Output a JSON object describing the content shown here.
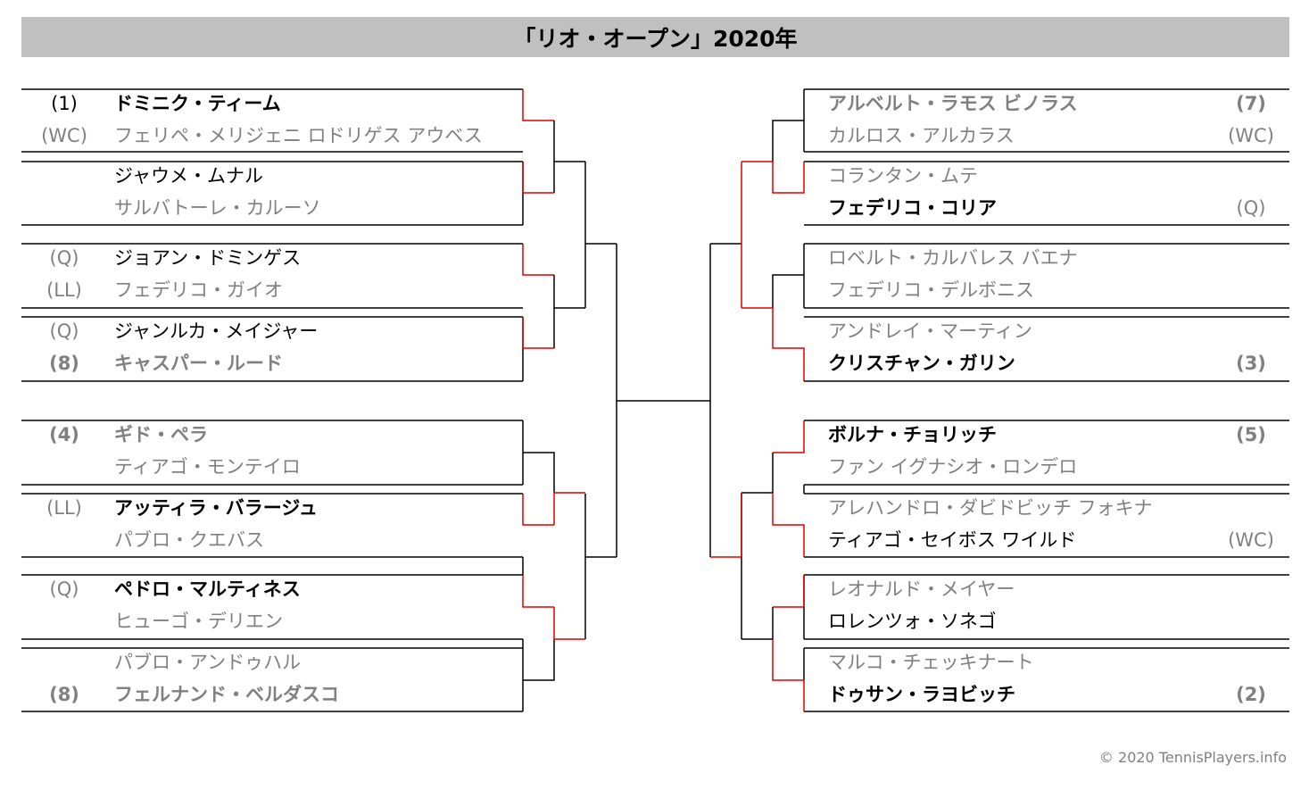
{
  "title": "「リオ・オープン」2020年",
  "copyright": "© 2020 TennisPlayers.info",
  "colors": {
    "win_line": "#e00000",
    "line": "#000000",
    "loser_text": "#808080",
    "title_bg": "#c0c0c0"
  },
  "left": {
    "players": [
      {
        "seed": "(1)",
        "name": "ドミニク・ティーム",
        "style": "w"
      },
      {
        "seed": "(WC)",
        "name": "フェリペ・メリジェニ ロドリゲス アウベス",
        "style": "l"
      },
      {
        "seed": "",
        "name": "ジャウメ・ムナル",
        "style": "b"
      },
      {
        "seed": "",
        "name": "サルバトーレ・カルーソ",
        "style": "l"
      },
      {
        "seed": "(Q)",
        "name": "ジョアン・ドミンゲス",
        "style": "b"
      },
      {
        "seed": "(LL)",
        "name": "フェデリコ・ガイオ",
        "style": "l"
      },
      {
        "seed": "(Q)",
        "name": "ジャンルカ・メイジャー",
        "style": "b"
      },
      {
        "seed": "(8)",
        "name": "キャスパー・ルード",
        "style": "lb"
      },
      {
        "seed": "(4)",
        "name": "ギド・ペラ",
        "style": "lb"
      },
      {
        "seed": "",
        "name": "ティアゴ・モンテイロ",
        "style": "l"
      },
      {
        "seed": "(LL)",
        "name": "アッティラ・バラージュ",
        "style": "w"
      },
      {
        "seed": "",
        "name": "パブロ・クエバス",
        "style": "l"
      },
      {
        "seed": "(Q)",
        "name": "ペドロ・マルティネス",
        "style": "w"
      },
      {
        "seed": "",
        "name": "ヒューゴ・デリエン",
        "style": "l"
      },
      {
        "seed": "",
        "name": "パブロ・アンドゥハル",
        "style": "l"
      },
      {
        "seed": "(8)",
        "name": "フェルナンド・ベルダスコ",
        "style": "lb"
      }
    ]
  },
  "right": {
    "players": [
      {
        "seed": "(7)",
        "name": "アルベルト・ラモス ビノラス",
        "style": "lb"
      },
      {
        "seed": "(WC)",
        "name": "カルロス・アルカラス",
        "style": "l"
      },
      {
        "seed": "",
        "name": "コランタン・ムテ",
        "style": "l"
      },
      {
        "seed": "(Q)",
        "name": "フェデリコ・コリア",
        "style": "w"
      },
      {
        "seed": "",
        "name": "ロベルト・カルバレス バエナ",
        "style": "l"
      },
      {
        "seed": "",
        "name": "フェデリコ・デルボニス",
        "style": "l"
      },
      {
        "seed": "",
        "name": "アンドレイ・マーティン",
        "style": "l"
      },
      {
        "seed": "(3)",
        "name": "クリスチャン・ガリン",
        "style": "w"
      },
      {
        "seed": "(5)",
        "name": "ボルナ・チョリッチ",
        "style": "w"
      },
      {
        "seed": "",
        "name": "ファン イグナシオ・ロンデロ",
        "style": "l"
      },
      {
        "seed": "",
        "name": "アレハンドロ・ダビドビッチ フォキナ",
        "style": "l"
      },
      {
        "seed": "(WC)",
        "name": "ティアゴ・セイボス ワイルド",
        "style": "b"
      },
      {
        "seed": "",
        "name": "レオナルド・メイヤー",
        "style": "l"
      },
      {
        "seed": "",
        "name": "ロレンツォ・ソネゴ",
        "style": "b"
      },
      {
        "seed": "",
        "name": "マルコ・チェッキナート",
        "style": "l"
      },
      {
        "seed": "(2)",
        "name": "ドゥサン・ラヨビッチ",
        "style": "w"
      }
    ]
  }
}
